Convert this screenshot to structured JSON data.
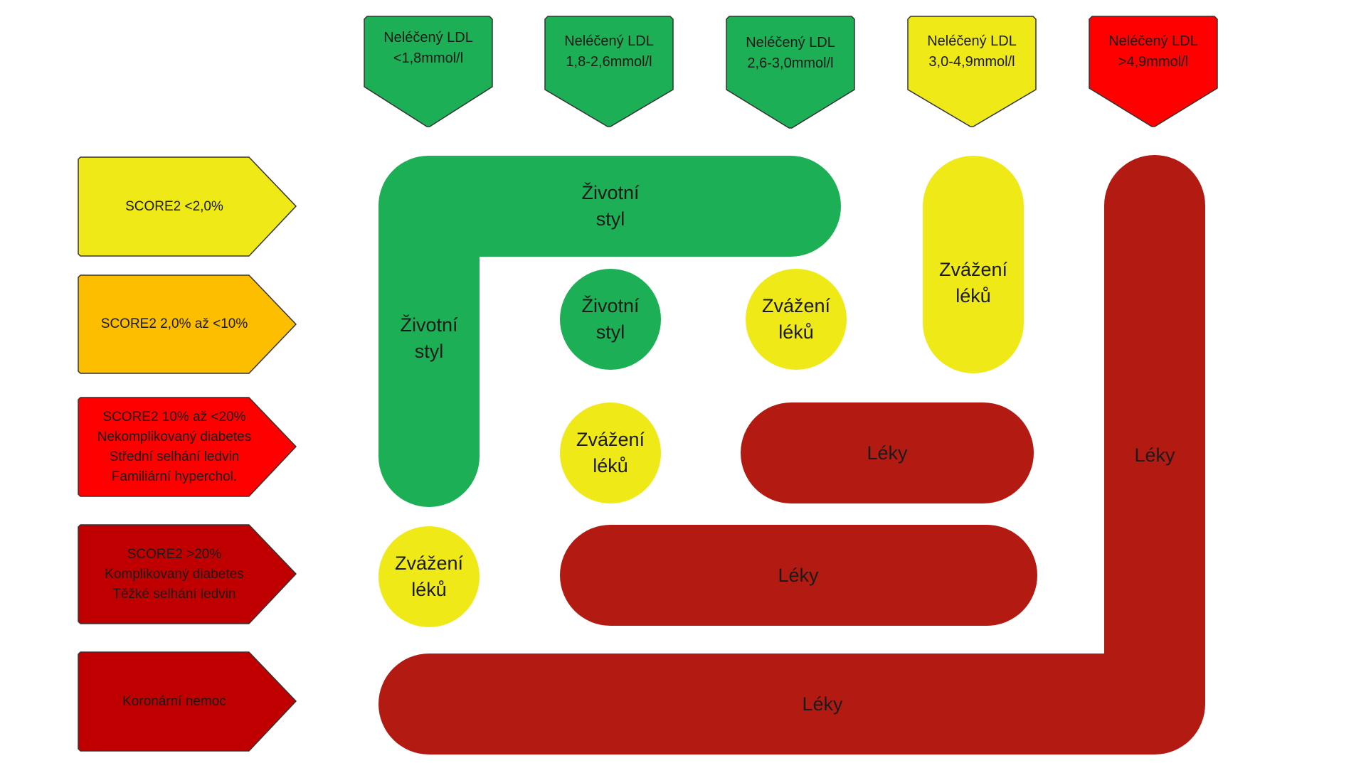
{
  "colors": {
    "green": "#1daf55",
    "yellow": "#efea17",
    "orange": "#fdbe00",
    "red": "#ff0000",
    "dark_red": "#b31b12",
    "row_dark_red": "#c00000",
    "outline": "#333333"
  },
  "columns": [
    {
      "label": "Neléčený LDL\n<1,8mmol/l",
      "color": "green"
    },
    {
      "label": "Neléčený LDL\n1,8-2,6mmol/l",
      "color": "green"
    },
    {
      "label": "Neléčený LDL\n2,6-3,0mmol/l",
      "color": "green"
    },
    {
      "label": "Neléčený LDL\n3,0-4,9mmol/l",
      "color": "yellow"
    },
    {
      "label": "Neléčený LDL\n>4,9mmol/l",
      "color": "red"
    }
  ],
  "rows": [
    {
      "label": "SCORE2 <2,0%",
      "color": "yellow"
    },
    {
      "label": "SCORE2 2,0% až <10%",
      "color": "orange"
    },
    {
      "label": "SCORE2 10% až <20%\nNekomplikovaný diabetes\nStřední selhání ledvin\nFamiliární hyperchol.",
      "color": "red"
    },
    {
      "label": "SCORE2 >20%\nKomplikovaný diabetes\nTěžké selhání ledvin",
      "color": "row_dark_red"
    },
    {
      "label": "Koronární nemoc",
      "color": "row_dark_red"
    }
  ],
  "shapes": {
    "lifestyle_bar": "Životní\nstyl",
    "lifestyle_column": "Životní\nstyl",
    "lifestyle_circle": "Životní\nstyl",
    "consider_circle_r2c3": "Zvážení\nléků",
    "consider_pill_r1r2c4": "Zvážení\nléků",
    "consider_circle_r3c2": "Zvážení\nléků",
    "consider_circle_r4c1": "Zvážení\nléků",
    "meds_pill_r3": "Léky",
    "meds_pill_r4": "Léky",
    "meds_column_c5": "Léky",
    "meds_bottom": "Léky"
  }
}
